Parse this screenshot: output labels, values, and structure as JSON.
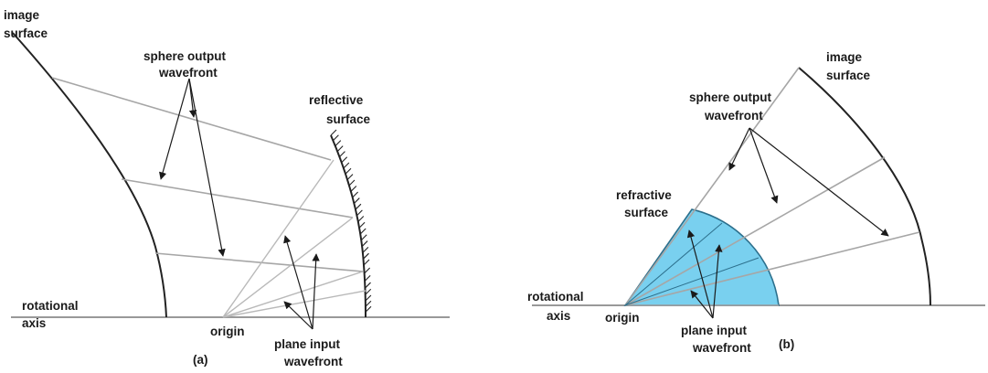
{
  "panel_a": {
    "caption": "(a)",
    "labels": {
      "image_surface": [
        "image",
        "surface"
      ],
      "sphere_output": [
        "sphere output",
        "wavefront"
      ],
      "reflective_surface": [
        "reflective",
        "surface"
      ],
      "rotational_axis": [
        "rotational",
        "axis"
      ],
      "origin": "origin",
      "plane_input": [
        "plane input",
        "wavefront"
      ]
    }
  },
  "panel_b": {
    "caption": "(b)",
    "labels": {
      "image_surface": [
        "image",
        "surface"
      ],
      "sphere_output": [
        "sphere output",
        "wavefront"
      ],
      "refractive_surface": [
        "refractive",
        "surface"
      ],
      "rotational_axis": [
        "rotational",
        "axis"
      ],
      "origin": "origin",
      "plane_input": [
        "plane input",
        "wavefront"
      ]
    }
  },
  "colors": {
    "lens_fill": "#79d0ef",
    "lens_stroke": "#2c6f8c",
    "ray": "#a6a6a6",
    "curve": "#222222"
  }
}
